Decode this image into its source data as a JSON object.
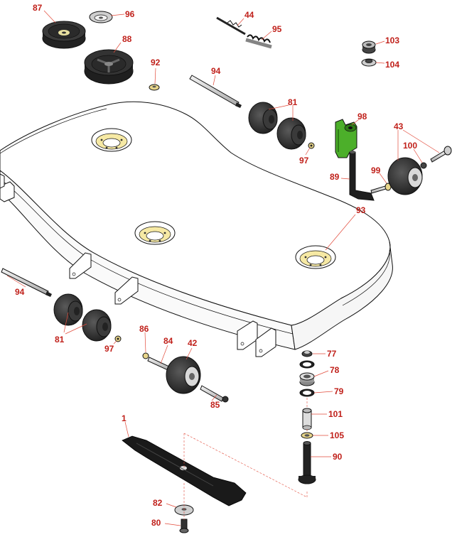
{
  "callouts": {
    "c87": "87",
    "c96": "96",
    "c88": "88",
    "c92": "92",
    "c44": "44",
    "c95": "95",
    "c103": "103",
    "c104": "104",
    "c94a": "94",
    "c81a": "81",
    "c98": "98",
    "c43": "43",
    "c97a": "97",
    "c100": "100",
    "c89": "89",
    "c99": "99",
    "c93": "93",
    "c94b": "94",
    "c81b": "81",
    "c97b": "97",
    "c86": "86",
    "c84": "84",
    "c42": "42",
    "c85": "85",
    "c77": "77",
    "c78": "78",
    "c79": "79",
    "c101": "101",
    "c105": "105",
    "c90": "90",
    "c1": "1",
    "c82": "82",
    "c80": "80"
  },
  "colors": {
    "callout": "#c0201a",
    "leader": "#e24a3a",
    "bracket_green": "#4caf2a",
    "bearing_yellow": "#f6e9a4",
    "part_dark": "#2b2b2b"
  }
}
